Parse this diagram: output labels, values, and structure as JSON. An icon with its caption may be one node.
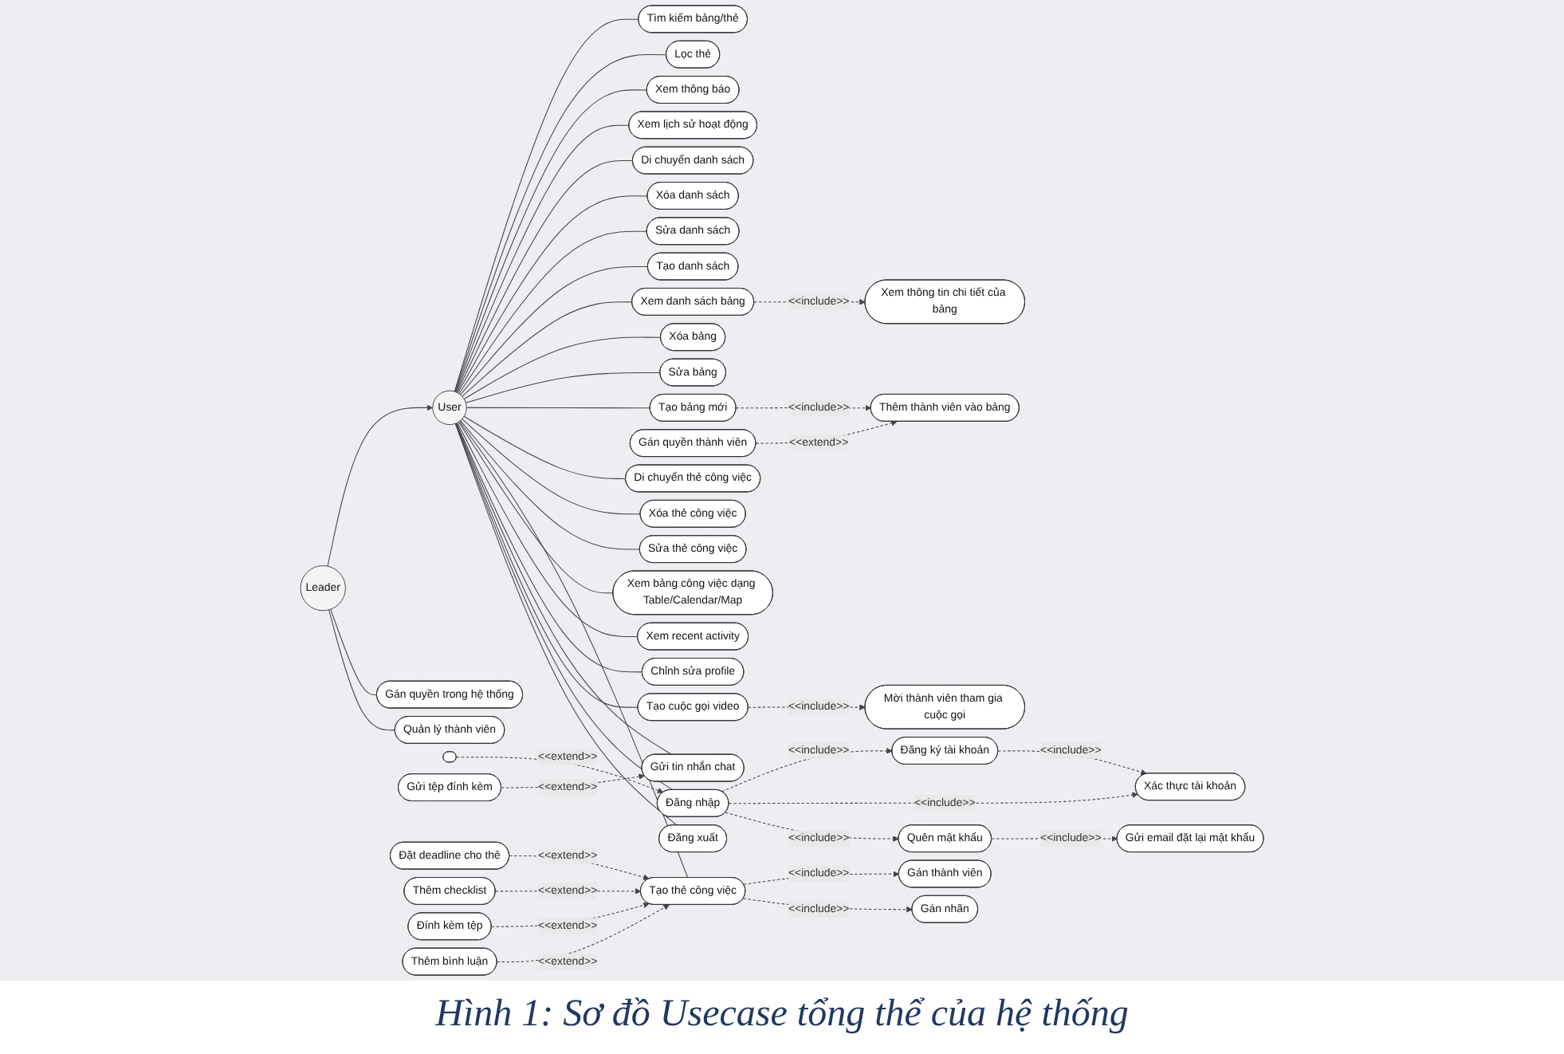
{
  "diagram": {
    "caption": "Hình  1: Sơ đồ Usecase tổng thể của hệ thống",
    "nodes": [
      {
        "text": [
          "Leader"
        ]
      },
      {
        "text": [
          "User"
        ]
      },
      {
        "text": [
          "Quản lý thành viên"
        ]
      },
      {
        "text": [
          "Gán quyền trong hệ thống"
        ]
      },
      {
        "text": [
          "Đăng xuất"
        ]
      },
      {
        "text": [],
        "shape": "ellipse"
      },
      {
        "text": [
          "Đăng nhập"
        ]
      },
      {
        "text": [
          "Gửi email đặt lại mật khẩu"
        ]
      },
      {
        "text": [
          "Quên mật khẩu"
        ]
      },
      {
        "text": [
          "Xác thực tài khoản"
        ]
      },
      {
        "text": [
          "Đăng ký tài khoản"
        ]
      },
      {
        "text": [
          "Mời thành viên tham gia cuộc gọi"
        ]
      },
      {
        "text": [
          "Tạo cuộc gọi video"
        ]
      },
      {
        "text": [
          "Gửi tệp đính kèm"
        ]
      },
      {
        "text": [
          "Gửi tin nhắn chat"
        ]
      },
      {
        "text": [
          "Chỉnh sửa profile"
        ]
      },
      {
        "text": [
          "Xem recent activity"
        ]
      },
      {
        "text": [
          "Xem bảng công việc dạng Table/Calendar/Map"
        ]
      },
      {
        "text": [
          "Tạo thẻ công việc"
        ]
      },
      {
        "text": [
          "Gán nhãn"
        ]
      },
      {
        "text": [
          "Gán thành viên"
        ]
      },
      {
        "text": [
          "Đặt deadline cho thẻ"
        ]
      },
      {
        "text": [
          "Thêm checklist"
        ]
      },
      {
        "text": [
          "Đính kèm tệp"
        ]
      },
      {
        "text": [
          "Thêm bình luận"
        ]
      },
      {
        "text": [
          "Sửa thẻ công việc"
        ]
      },
      {
        "text": [
          "Xóa thẻ công việc"
        ]
      },
      {
        "text": [
          "Di chuyển thẻ công việc"
        ]
      },
      {
        "text": [
          "Tạo bảng mới"
        ]
      },
      {
        "text": [
          "Thêm thành viên vào bảng"
        ]
      },
      {
        "text": [
          "Gán quyền thành viên"
        ]
      },
      {
        "text": [
          "Sửa bảng"
        ]
      },
      {
        "text": [
          "Xóa bảng"
        ]
      },
      {
        "text": [
          "Xem danh sách bảng"
        ]
      },
      {
        "text": [
          "Xem thông tin chi tiết của bảng"
        ]
      },
      {
        "text": [
          "Tạo danh sách"
        ]
      },
      {
        "text": [
          "Sửa danh sách"
        ]
      },
      {
        "text": [
          "Xóa danh sách"
        ]
      },
      {
        "text": [
          "Di chuyển danh sách"
        ]
      },
      {
        "text": [
          "Xem lịch sử hoạt động"
        ]
      },
      {
        "text": [
          "Xem thông báo"
        ]
      },
      {
        "text": [
          "Lọc thẻ"
        ]
      },
      {
        "text": [
          "Tìm kiếm bảng/thẻ"
        ]
      }
    ],
    "edges": [
      {
        "from": 0,
        "to": 2,
        "arrow": "none"
      },
      {
        "from": 0,
        "to": 3,
        "arrow": "none"
      },
      {
        "from": 0,
        "to": 1,
        "arrow": "to"
      },
      {
        "from": 1,
        "to": 4,
        "arrow": "none"
      },
      {
        "from": 1,
        "to": 6,
        "arrow": "none"
      },
      {
        "from": 5,
        "to": 6,
        "arrow": "to",
        "style": "dashed",
        "label": "<<extend>>"
      },
      {
        "from": 6,
        "to": 8,
        "arrow": "to",
        "style": "dashed",
        "label": "<<include>>"
      },
      {
        "from": 8,
        "to": 7,
        "arrow": "to",
        "style": "dashed",
        "label": "<<include>>"
      },
      {
        "from": 6,
        "to": 9,
        "arrow": "to",
        "style": "dashed",
        "label": "<<include>>"
      },
      {
        "from": 6,
        "to": 10,
        "arrow": "to",
        "style": "dashed",
        "label": "<<include>>"
      },
      {
        "from": 10,
        "to": 9,
        "arrow": "to",
        "style": "dashed",
        "label": "<<include>>"
      },
      {
        "from": 1,
        "to": 12,
        "arrow": "none"
      },
      {
        "from": 12,
        "to": 11,
        "arrow": "to",
        "style": "dashed",
        "label": "<<include>>"
      },
      {
        "from": 1,
        "to": 14,
        "arrow": "none"
      },
      {
        "from": 13,
        "to": 14,
        "arrow": "to",
        "style": "dashed",
        "label": "<<extend>>"
      },
      {
        "from": 1,
        "to": 15,
        "arrow": "none"
      },
      {
        "from": 1,
        "to": 16,
        "arrow": "none"
      },
      {
        "from": 1,
        "to": 17,
        "arrow": "none"
      },
      {
        "from": 1,
        "to": 18,
        "arrow": "none"
      },
      {
        "from": 18,
        "to": 19,
        "arrow": "to",
        "style": "dashed",
        "label": "<<include>>"
      },
      {
        "from": 18,
        "to": 20,
        "arrow": "to",
        "style": "dashed",
        "label": "<<include>>"
      },
      {
        "from": 21,
        "to": 18,
        "arrow": "to",
        "style": "dashed",
        "label": "<<extend>>"
      },
      {
        "from": 22,
        "to": 18,
        "arrow": "to",
        "style": "dashed",
        "label": "<<extend>>"
      },
      {
        "from": 23,
        "to": 18,
        "arrow": "to",
        "style": "dashed",
        "label": "<<extend>>"
      },
      {
        "from": 24,
        "to": 18,
        "arrow": "to",
        "style": "dashed",
        "label": "<<extend>>"
      },
      {
        "from": 1,
        "to": 25,
        "arrow": "none"
      },
      {
        "from": 1,
        "to": 26,
        "arrow": "none"
      },
      {
        "from": 1,
        "to": 27,
        "arrow": "none"
      },
      {
        "from": 1,
        "to": 28,
        "arrow": "none"
      },
      {
        "from": 28,
        "to": 29,
        "arrow": "to",
        "style": "dashed",
        "label": "<<include>>"
      },
      {
        "from": 30,
        "to": 29,
        "arrow": "to",
        "style": "dashed",
        "label": "<<extend>>"
      },
      {
        "from": 1,
        "to": 31,
        "arrow": "none"
      },
      {
        "from": 1,
        "to": 32,
        "arrow": "none"
      },
      {
        "from": 1,
        "to": 33,
        "arrow": "none"
      },
      {
        "from": 33,
        "to": 34,
        "arrow": "to",
        "style": "dashed",
        "label": "<<include>>"
      },
      {
        "from": 1,
        "to": 35,
        "arrow": "none"
      },
      {
        "from": 1,
        "to": 36,
        "arrow": "none"
      },
      {
        "from": 1,
        "to": 37,
        "arrow": "none"
      },
      {
        "from": 1,
        "to": 38,
        "arrow": "none"
      },
      {
        "from": 1,
        "to": 39,
        "arrow": "none"
      },
      {
        "from": 1,
        "to": 40,
        "arrow": "none"
      },
      {
        "from": 1,
        "to": 41,
        "arrow": "none"
      },
      {
        "from": 1,
        "to": 42,
        "arrow": "none"
      }
    ]
  }
}
